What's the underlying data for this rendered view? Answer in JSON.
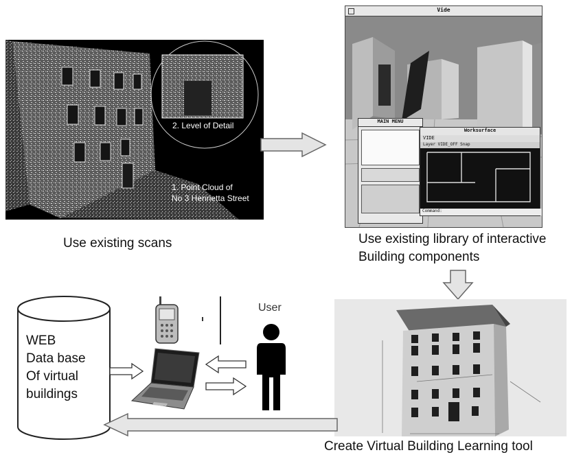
{
  "scan_panel": {
    "level_label": "2. Level of Detail",
    "point_cloud_line1": "1. Point Cloud of",
    "point_cloud_line2": "No 3 Henrietta Street"
  },
  "vide_panel": {
    "window_title": "Vide",
    "main_menu_title": "MAIN MENU",
    "worksurface_title": "Worksurface",
    "dropdown_value": "VIDE",
    "layer_text": "Layer  VIDE_OFF Snap",
    "command_label": "Command:"
  },
  "captions": {
    "use_scans": "Use existing scans",
    "library_line1": "Use existing library of interactive",
    "library_line2": "Building components",
    "create_tool": "Create Virtual Building Learning tool"
  },
  "database": {
    "line1": "WEB",
    "line2": "Data base",
    "line3": "Of virtual",
    "line4": "buildings"
  },
  "user_label": "User"
}
